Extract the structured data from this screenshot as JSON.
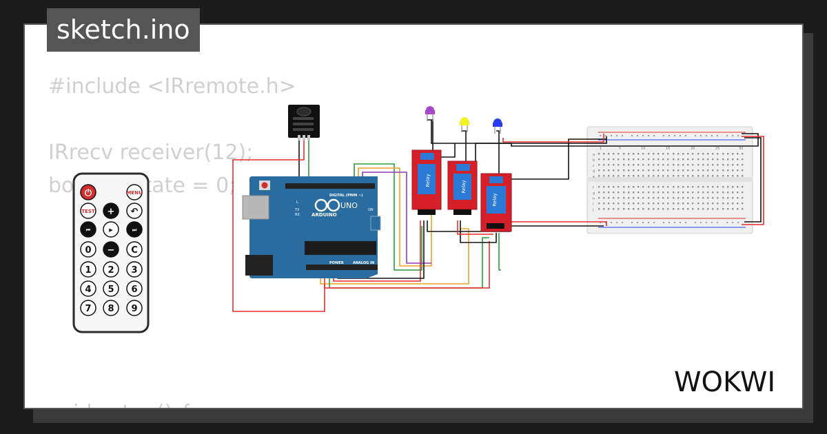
{
  "tab": {
    "title": "sketch.ino"
  },
  "code_lines": [
    "#include <IRremote.h>",
    "IRrecv receiver(12);",
    "bool ledState = 0;",
    "void setup() {"
  ],
  "arduino": {
    "brand": "ARDUINO",
    "model": "UNO",
    "digital_label": "DIGITAL (PWM ~)",
    "power_label": "POWER",
    "analog_label": "ANALOG IN",
    "on_label": "ON",
    "tx_label": "TX",
    "rx_label": "RX",
    "l_label": "L"
  },
  "relays": [
    {
      "label": "Relay"
    },
    {
      "label": "Relay"
    },
    {
      "label": "Relay"
    }
  ],
  "leds": [
    {
      "color": "#a64ac9"
    },
    {
      "color": "#f4f124"
    },
    {
      "color": "#2b3bf0"
    }
  ],
  "remote": {
    "buttons": [
      "power",
      "MENU",
      "TEST",
      "+",
      "back",
      "prev",
      "play",
      "next",
      "0",
      "-",
      "C",
      "1",
      "2",
      "3",
      "4",
      "5",
      "6",
      "7",
      "8",
      "9"
    ]
  },
  "breadboard": {
    "col_labels": [
      "1",
      "5",
      "10",
      "15",
      "20",
      "25",
      "30"
    ],
    "row_labels_top": [
      "a",
      "b",
      "c",
      "d",
      "e"
    ],
    "row_labels_bottom": [
      "f",
      "g",
      "h",
      "i",
      "j"
    ]
  },
  "brand": {
    "logo": "WOKWI"
  },
  "colors": {
    "background": "#1c1c1c",
    "card": "#ffffff",
    "tab": "#555555",
    "arduino_blue": "#2a6c9f",
    "relay_red": "#d5202a",
    "wire_red": "#e52b2b",
    "wire_black": "#111111",
    "wire_green": "#2a9d3a",
    "wire_orange": "#f0a020",
    "wire_purple": "#8e3fb8"
  }
}
